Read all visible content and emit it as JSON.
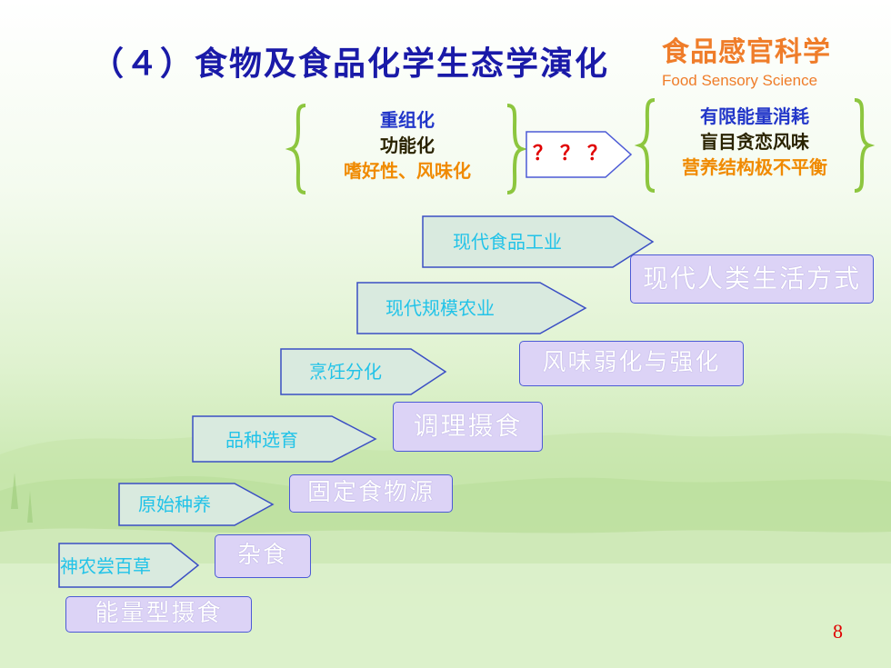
{
  "title": "（４）食物及食品化学生态学演化",
  "logo": {
    "cn": "食品感官科学",
    "en": "Food Sensory Science"
  },
  "left_group": [
    "重组化",
    "功能化",
    "嗜好性、风味化"
  ],
  "question_marks": "？？？",
  "right_group": [
    "有限能量消耗",
    "盲目贪恋风味",
    "营养结构极不平衡"
  ],
  "stages": [
    {
      "arrow": "神农尝百草",
      "box": "杂食"
    },
    {
      "arrow": "原始种养",
      "box": "固定食物源"
    },
    {
      "arrow": "品种选育",
      "box": "调理摄食"
    },
    {
      "arrow": "烹饪分化",
      "box": "风味弱化与强化"
    },
    {
      "arrow": "现代规模农业",
      "box": ""
    },
    {
      "arrow": "现代食品工业",
      "box": "现代人类生活方式"
    }
  ],
  "base_box": "能量型摄食",
  "page_number": "8",
  "colors": {
    "title": "#1a1aa8",
    "logo": "#ef7d2a",
    "arrow_text": "#22c3e8",
    "red": "#e00000",
    "box_fill": "#dcd3f6",
    "box_border": "#4c5ad6"
  }
}
